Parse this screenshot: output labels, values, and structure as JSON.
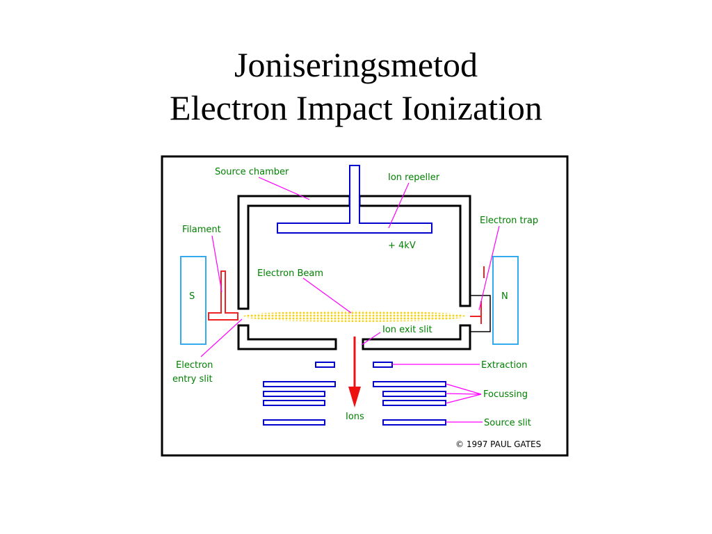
{
  "title": {
    "line1": "Joniseringsmetod",
    "line2": "Electron Impact Ionization"
  },
  "diagram": {
    "labels": {
      "source_chamber": "Source chamber",
      "ion_repeller": "Ion repeller",
      "voltage": "+ 4kV",
      "filament": "Filament",
      "electron_trap": "Electron trap",
      "magnet_s": "S",
      "magnet_n": "N",
      "electron_beam": "Electron Beam",
      "ion_exit_slit": "Ion exit slit",
      "electron_entry_line1": "Electron",
      "electron_entry_line2": "entry slit",
      "extraction": "Extraction",
      "focussing": "Focussing",
      "ions": "Ions",
      "source_slit": "Source slit",
      "copyright": "© 1997 PAUL GATES"
    },
    "colors": {
      "label": "#008000",
      "leader": "#ff00ff",
      "electrode": "#0000cc",
      "magnet": "#33aaee",
      "filament": "#ee2222",
      "beam": "#f2d21e",
      "chamber": "#000000"
    }
  }
}
